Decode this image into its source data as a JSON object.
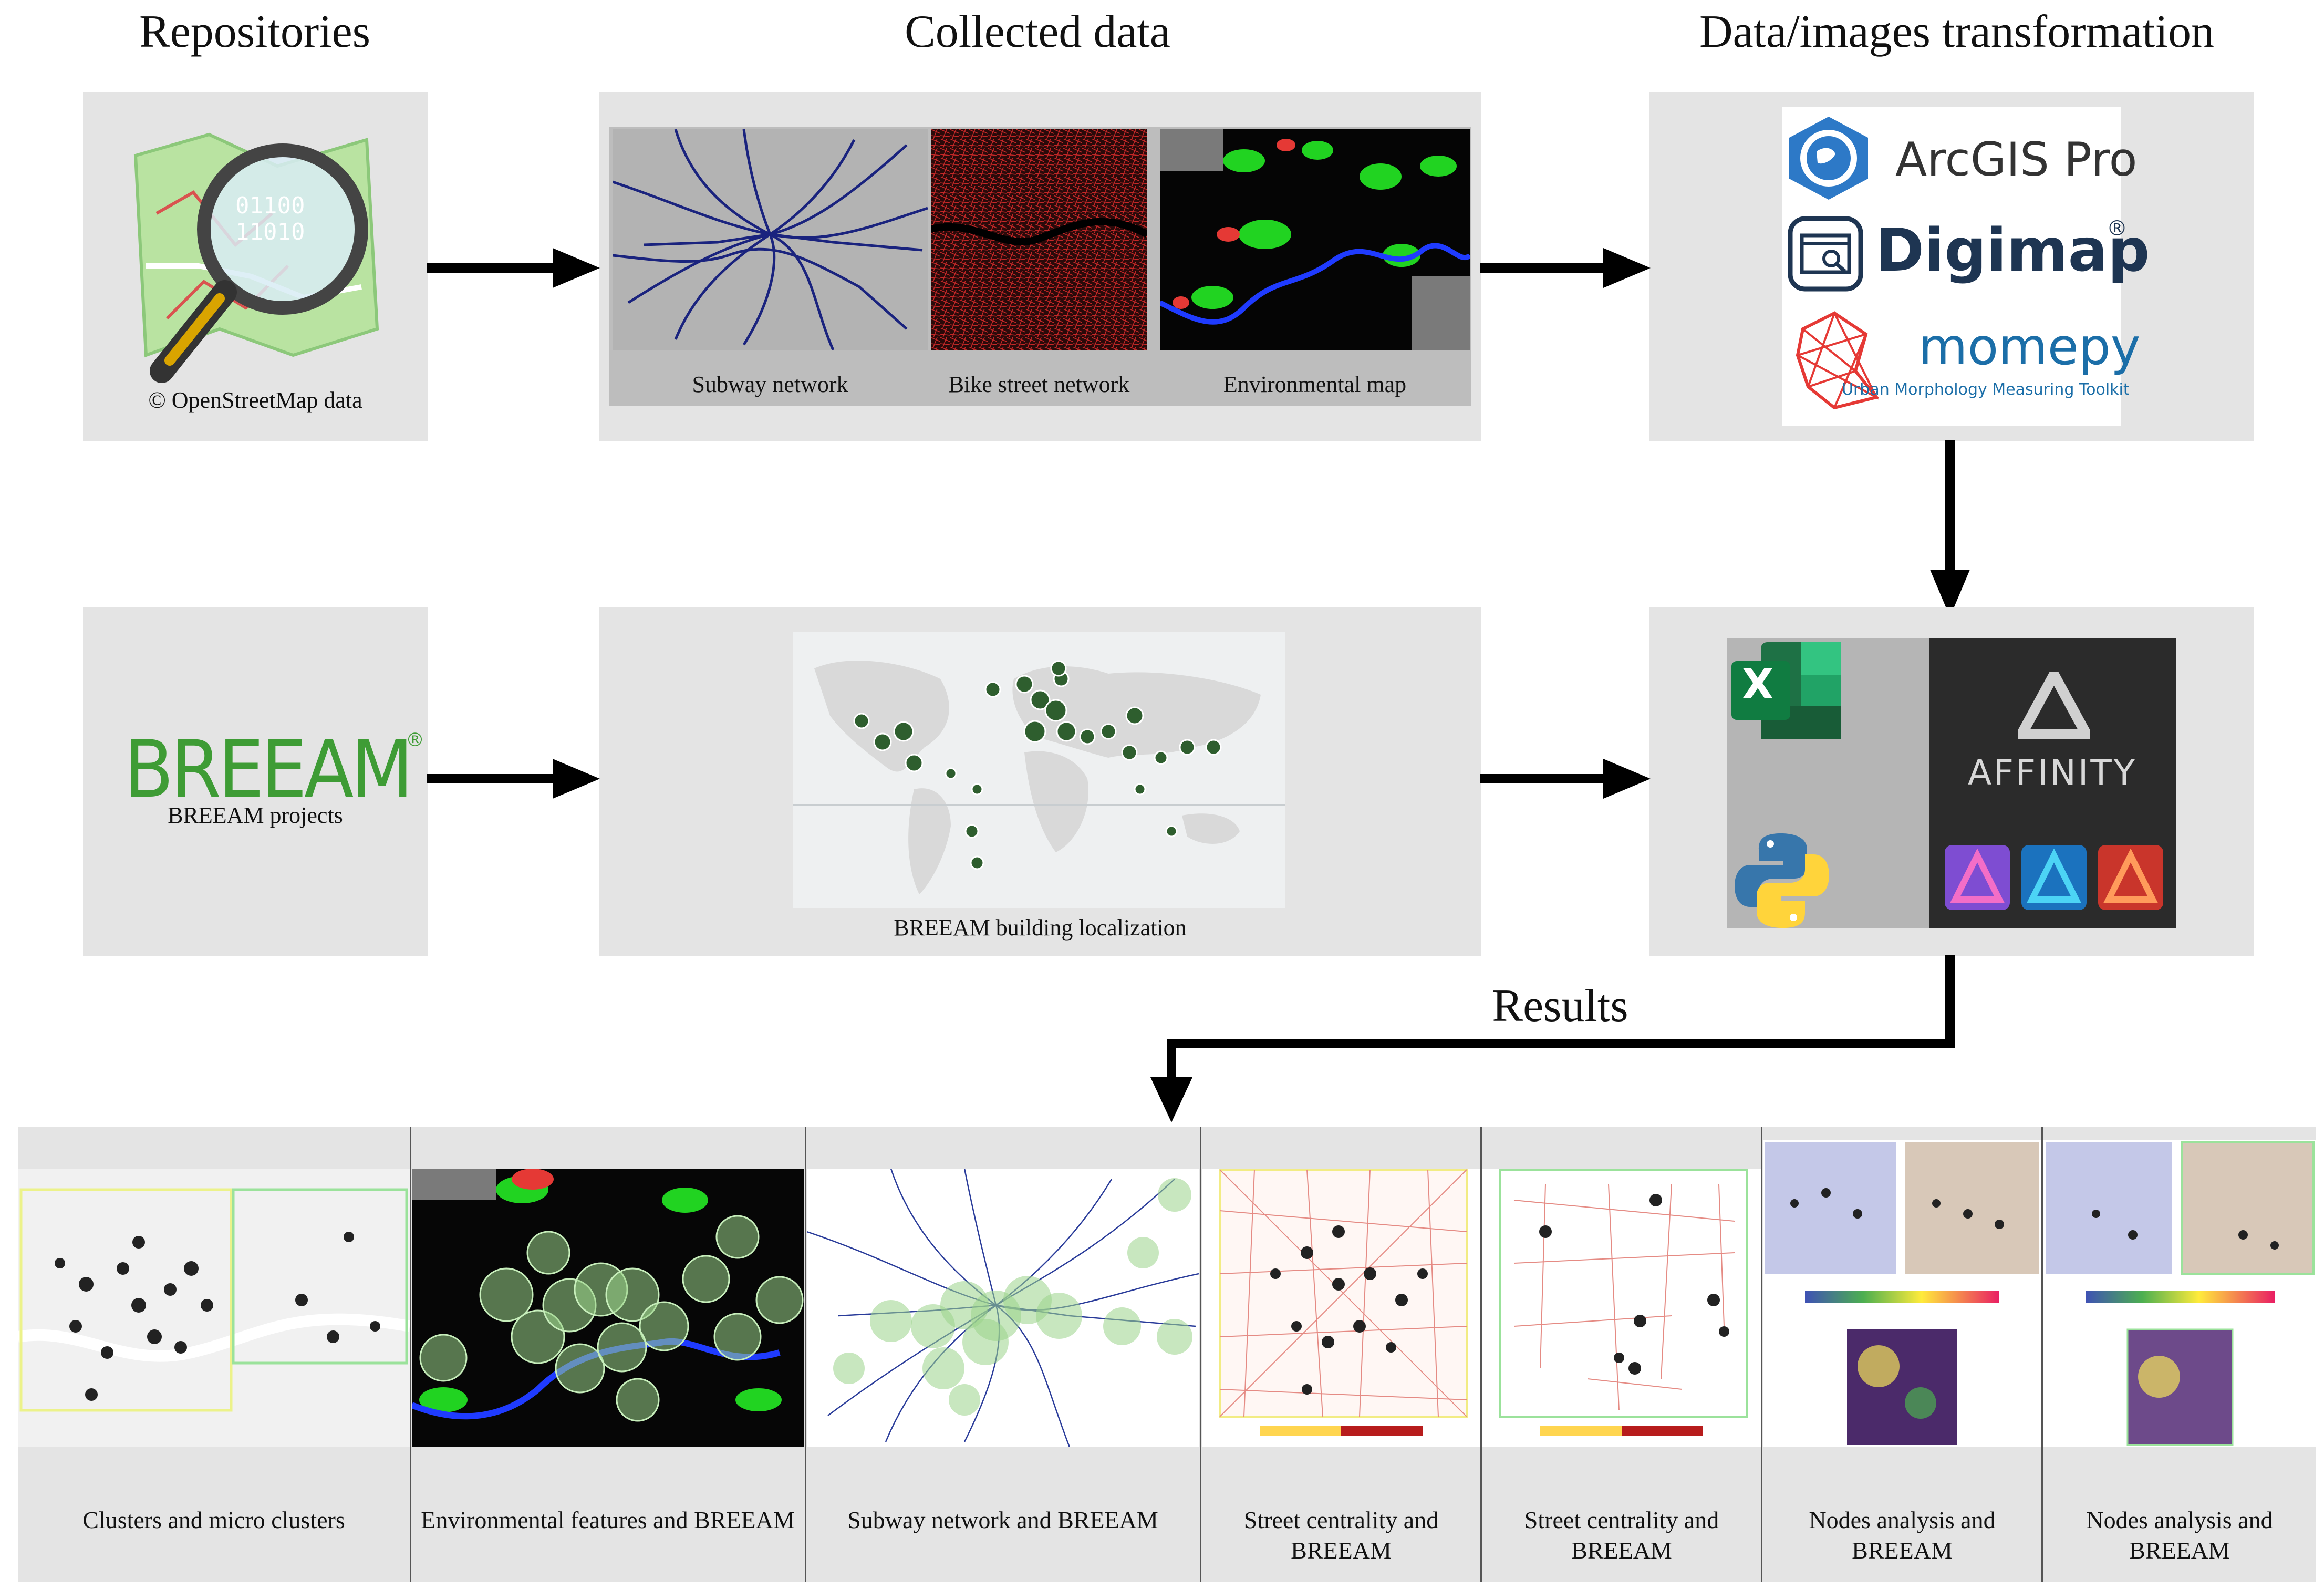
{
  "headers": {
    "repositories": "Repositories",
    "collected": "Collected data",
    "transformation": "Data/images transformation"
  },
  "osm": {
    "caption": "© OpenStreetMap data"
  },
  "collected": {
    "subway": "Subway network",
    "bike": "Bike street network",
    "env": "Environmental map"
  },
  "tools": {
    "arcgis": "ArcGIS Pro",
    "digimap": "Digimap",
    "digimap_mark": "®",
    "momepy": "momepy",
    "momepy_sub": "Urban Morphology Measuring Toolkit"
  },
  "breeam": {
    "logo": "BREEAM",
    "logo_mark": "®",
    "caption": "BREEAM projects",
    "map_caption": "BREEAM building localization"
  },
  "software": {
    "excel_letter": "X",
    "affinity": "AFFINITY"
  },
  "results": {
    "label": "Results",
    "items": [
      "Clusters and micro clusters",
      "Environmental features and BREEAM",
      "Subway network and BREEAM",
      "Street centrality and BREEAM",
      "Street centrality and BREEAM",
      "Nodes analysis and BREEAM",
      "Nodes analysis and BREEAM"
    ]
  },
  "colors": {
    "panel": "#e4e4e4",
    "breeam_green": "#3e9c35",
    "subway_blue": "#1a237e",
    "bike_red": "#c62828",
    "excel_green": "#1e7145",
    "affinity_bg": "#2b2b2b"
  }
}
